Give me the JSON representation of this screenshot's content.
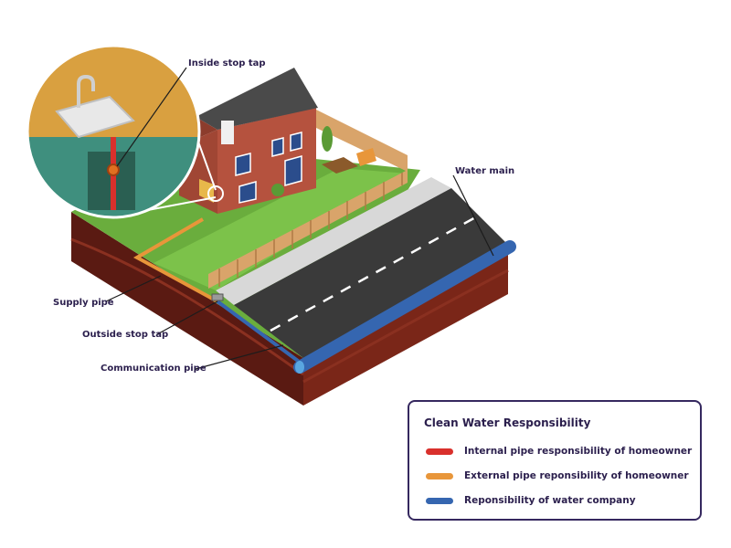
{
  "labels": {
    "inside_stop_tap": "Inside stop tap",
    "water_main": "Water main",
    "supply_pipe": "Supply pipe",
    "outside_stop_tap": "Outside stop tap",
    "communication_pipe": "Communication pipe"
  },
  "legend": {
    "title": "Clean Water Responsibility",
    "items": [
      {
        "label": "Internal pipe responsibility of homeowner",
        "color": "#d9302c"
      },
      {
        "label": "External pipe reponsibility of homeowner",
        "color": "#e8963a"
      },
      {
        "label": "Reponsibility of water company",
        "color": "#3566b0"
      }
    ]
  },
  "colors": {
    "soil": "#6b1f16",
    "grass": "#7cc24a",
    "road": "#3a3a3a",
    "pavement": "#d8d8d8",
    "brick": "#b5523e",
    "roof": "#4a4a4a",
    "fence": "#d9a46a",
    "water_main": "#3566b0",
    "supply_pipe": "#e8963a",
    "internal_pipe": "#d9302c"
  }
}
